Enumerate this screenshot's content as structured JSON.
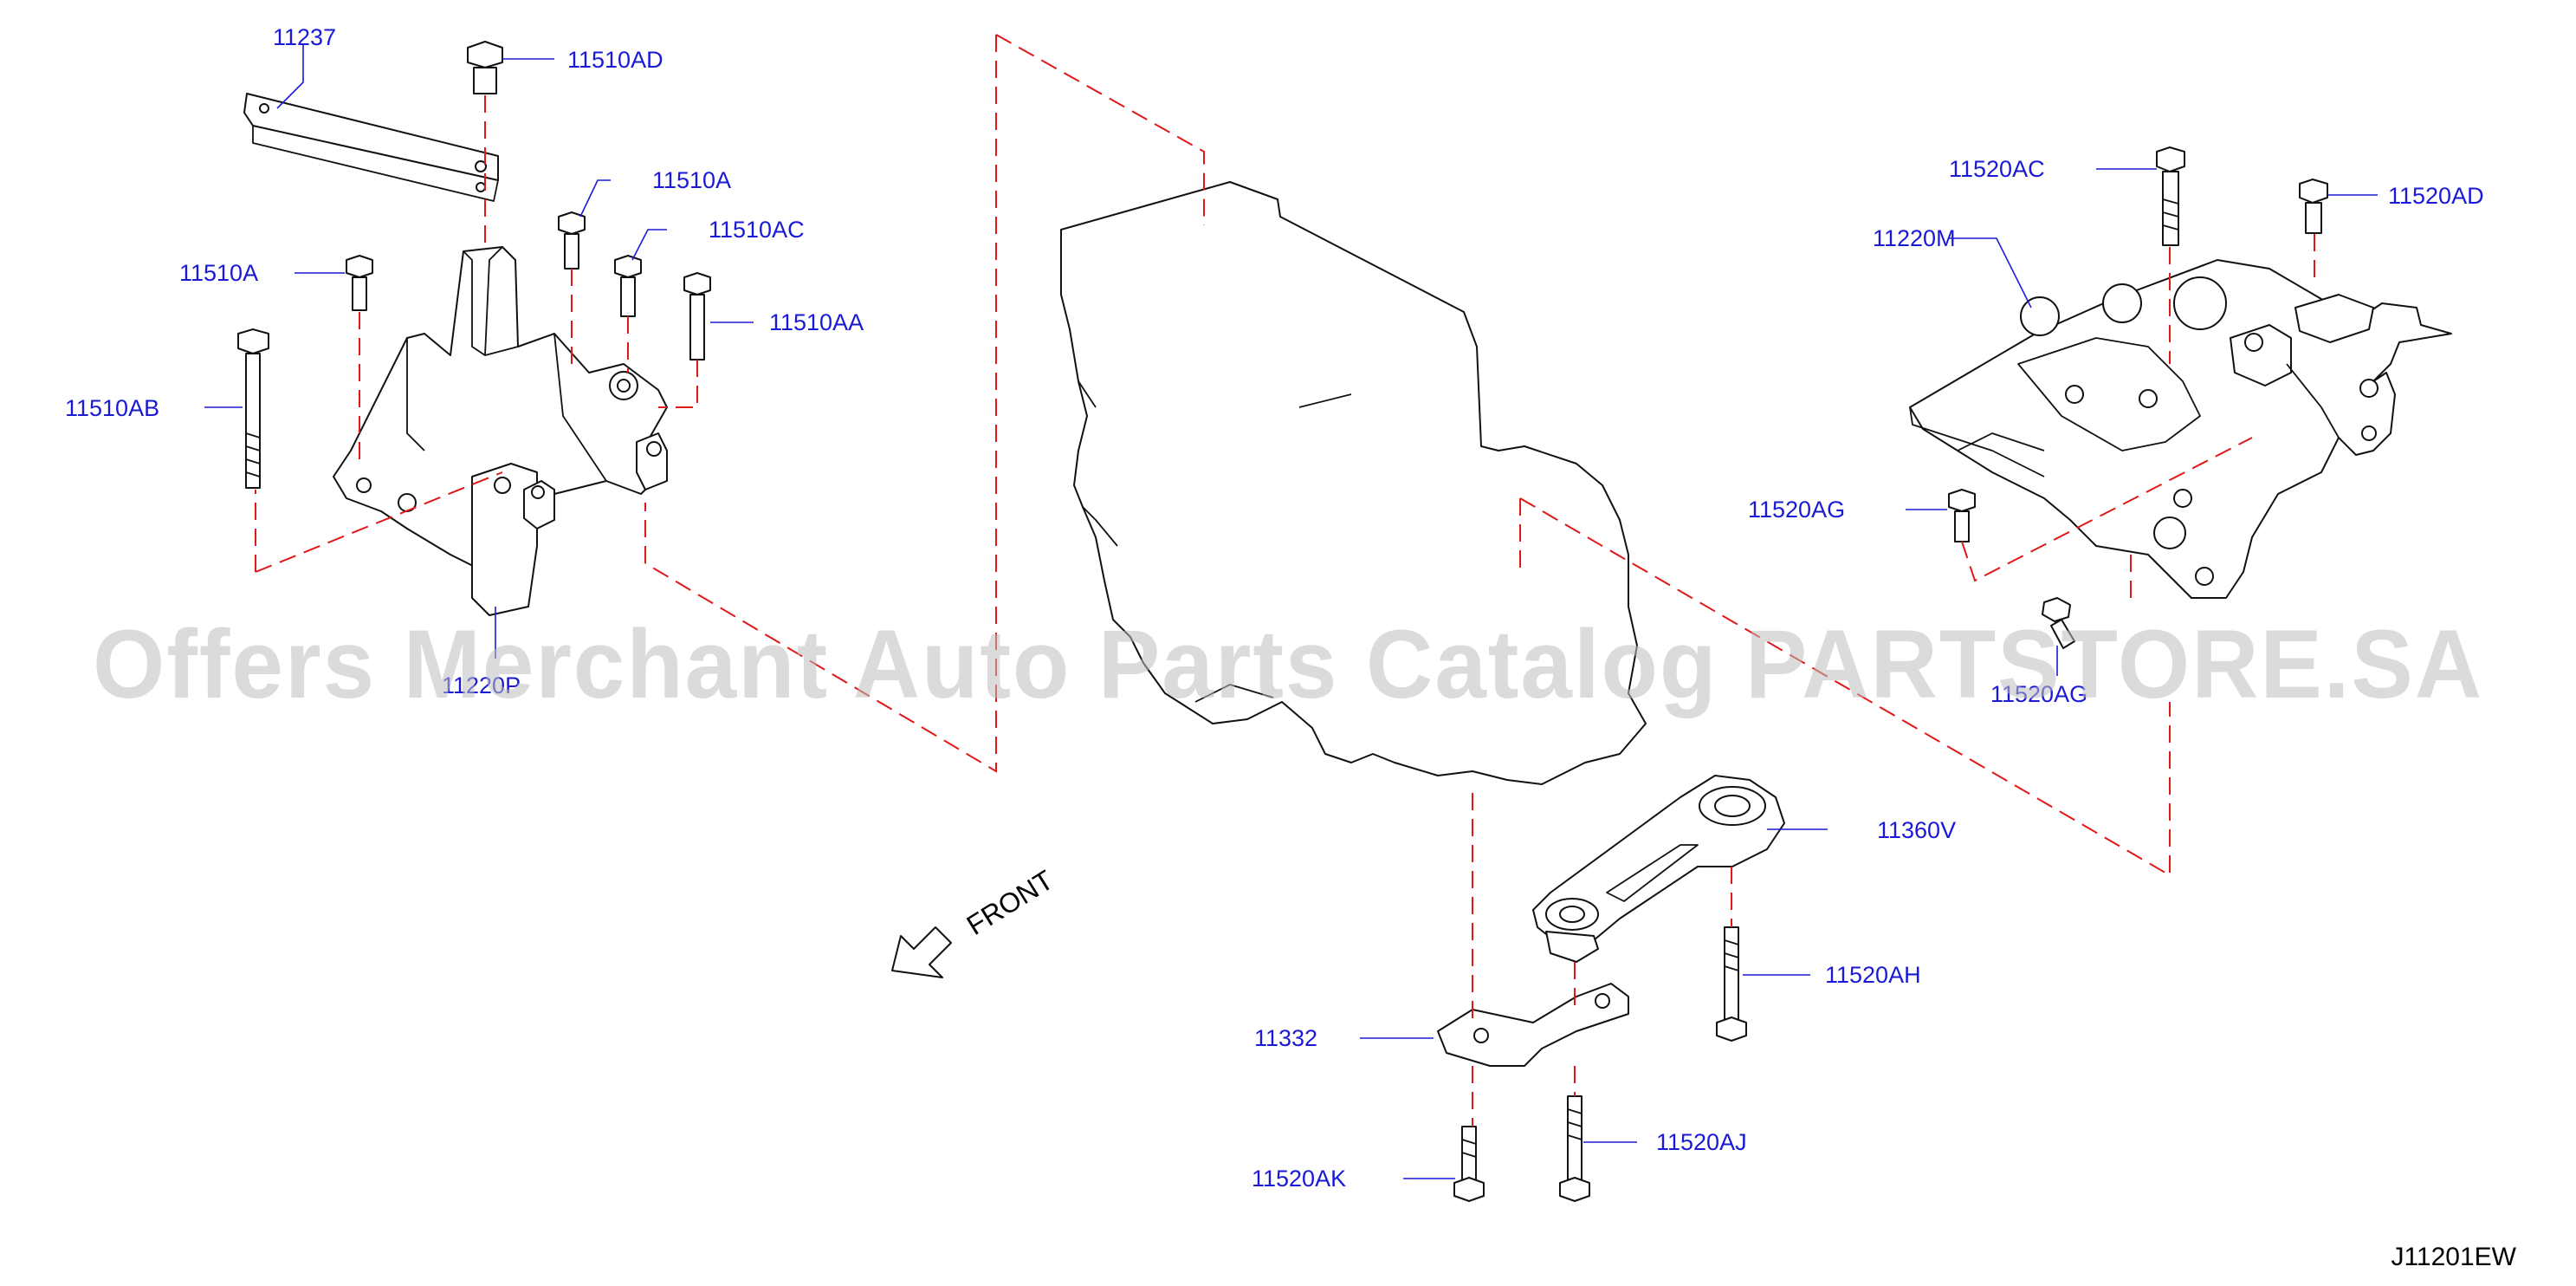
{
  "watermark": "Offers Merchant Auto Parts Catalog PARTSTORE.SA",
  "diagram_code": "J11201EW",
  "front_label": "FRONT",
  "callouts": {
    "p11237": "11237",
    "p11510AD": "11510AD",
    "p11510A_top": "11510A",
    "p11510AC": "11510AC",
    "p11510A_left": "11510A",
    "p11510AA": "11510AA",
    "p11510AB": "11510AB",
    "p11220P": "11220P",
    "p11520AC": "11520AC",
    "p11520AD": "11520AD",
    "p11220M": "11220M",
    "p11520AG_upper": "11520AG",
    "p11520AG_lower": "11520AG",
    "p11360V": "11360V",
    "p11520AH": "11520AH",
    "p11332": "11332",
    "p11520AJ": "11520AJ",
    "p11520AK": "11520AK"
  },
  "colors": {
    "callout_text": "#1a1ad6",
    "leader_line": "#1a1ad6",
    "dashed_line": "#e01818",
    "outline": "#111111",
    "watermark": "#bdbdbd"
  }
}
